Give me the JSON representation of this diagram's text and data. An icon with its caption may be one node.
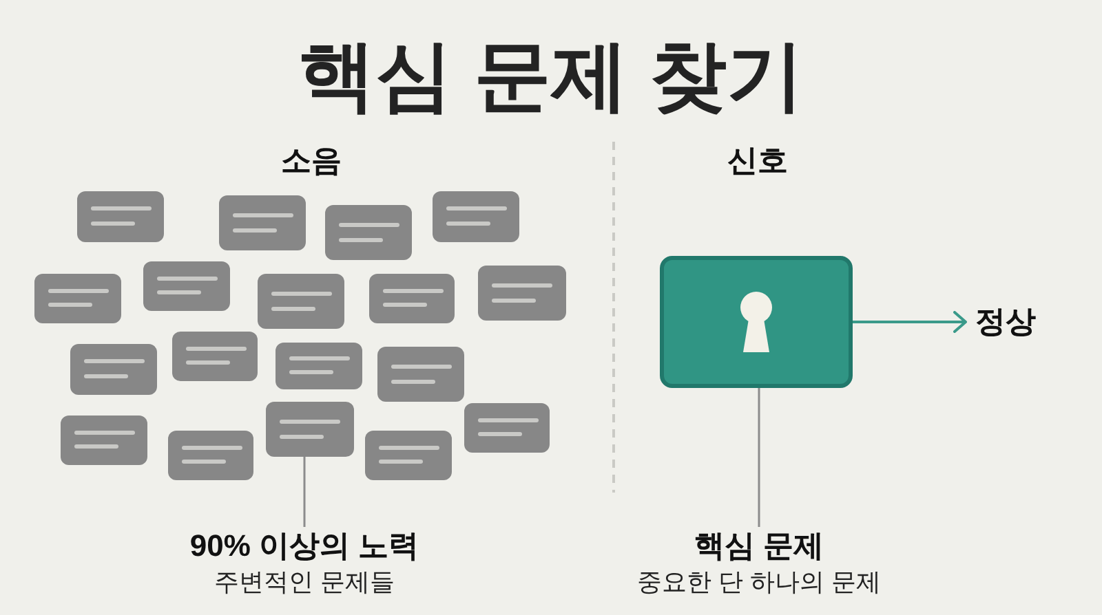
{
  "diagram": {
    "title": "핵심 문제 찾기",
    "nodes": [
      {
        "text": [],
        "shape": "box"
      },
      {
        "text": [],
        "shape": "box"
      },
      {
        "text": [],
        "shape": "box"
      },
      {
        "text": [],
        "shape": "box"
      },
      {
        "text": [],
        "shape": "box"
      },
      {
        "text": [],
        "shape": "box"
      },
      {
        "text": [],
        "shape": "box"
      },
      {
        "text": [],
        "shape": "box"
      },
      {
        "text": [],
        "shape": "box"
      },
      {
        "text": [],
        "shape": "box"
      },
      {
        "text": [],
        "shape": "box"
      },
      {
        "text": [],
        "shape": "box"
      },
      {
        "text": [],
        "shape": "box"
      },
      {
        "text": [],
        "shape": "box"
      },
      {
        "text": [],
        "shape": "box"
      },
      {
        "text": [],
        "shape": "box"
      },
      {
        "text": [],
        "shape": "box"
      },
      {
        "text": [],
        "shape": "box"
      },
      {
        "text": [],
        "shape": "box"
      },
      {
        "text": [
          "정상"
        ]
      },
      {
        "text": [
          "90% 이상의 노력",
          "주변적인 문제들"
        ]
      },
      {
        "text": [
          "핵심 문제",
          "중요한 단 하나의 문제"
        ]
      }
    ],
    "edges": [
      {
        "from": 18,
        "to": 19,
        "arrow": "to",
        "color": "#3a9a8a"
      },
      {
        "from": 20,
        "to": 15,
        "arrow": "none"
      },
      {
        "from": 21,
        "to": 18,
        "arrow": "none"
      }
    ],
    "labels": [
      "소음",
      "신호"
    ]
  }
}
